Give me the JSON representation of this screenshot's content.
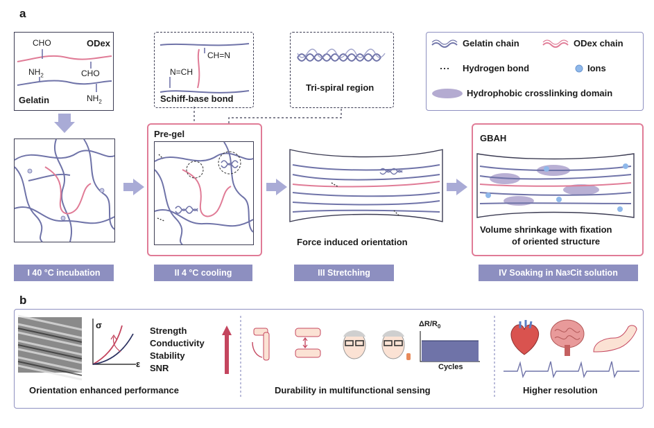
{
  "panel_a": {
    "letter": "a",
    "molecules": {
      "cho_top": "CHO",
      "odex": "ODex",
      "nh2_left": "NH",
      "cho_right": "CHO",
      "gelatin": "Gelatin",
      "nh2_right": "NH",
      "subscript_2": "2"
    },
    "schiff": {
      "eq1": "CH=N",
      "eq2": "N=CH",
      "label": "Schiff-base bond"
    },
    "trispiral": {
      "label": "Tri-spiral region"
    },
    "legend": {
      "gelatin_chain": "Gelatin chain",
      "odex_chain": "ODex chain",
      "hydrogen_bond": "Hydrogen bond",
      "ions": "Ions",
      "hydrophobic": "Hydrophobic crosslinking domain"
    },
    "pregel": "Pre-gel",
    "gbah": "GBAH",
    "force_caption": "Force induced orientation",
    "volume_caption_1": "Volume shrinkage with fixation",
    "volume_caption_2": "of oriented structure",
    "steps": {
      "s1": "I  40 °C incubation",
      "s2": "II  4 °C cooling",
      "s3": "III  Stretching",
      "s4_prefix": "IV  Soaking in Na",
      "s4_sub": "3",
      "s4_suffix": "Cit solution"
    }
  },
  "panel_b": {
    "letter": "b",
    "sigma": "σ",
    "epsilon": "ε",
    "properties": [
      "Strength",
      "Conductivity",
      "Stability",
      "SNR"
    ],
    "caption_left": "Orientation enhanced performance",
    "dr_prefix": "ΔR/R",
    "dr_sub": "0",
    "cycles": "Cycles",
    "caption_mid": "Durability in multifunctional sensing",
    "caption_right": "Higher resolution"
  },
  "colors": {
    "gelatin": "#6f73a8",
    "odex": "#e07b96",
    "accent_bar": "#8d8fc0",
    "arrow": "#a9abd6",
    "red_arrow": "#c4455e",
    "ion": "#8fb8ea",
    "domain": "#a79cc9"
  }
}
